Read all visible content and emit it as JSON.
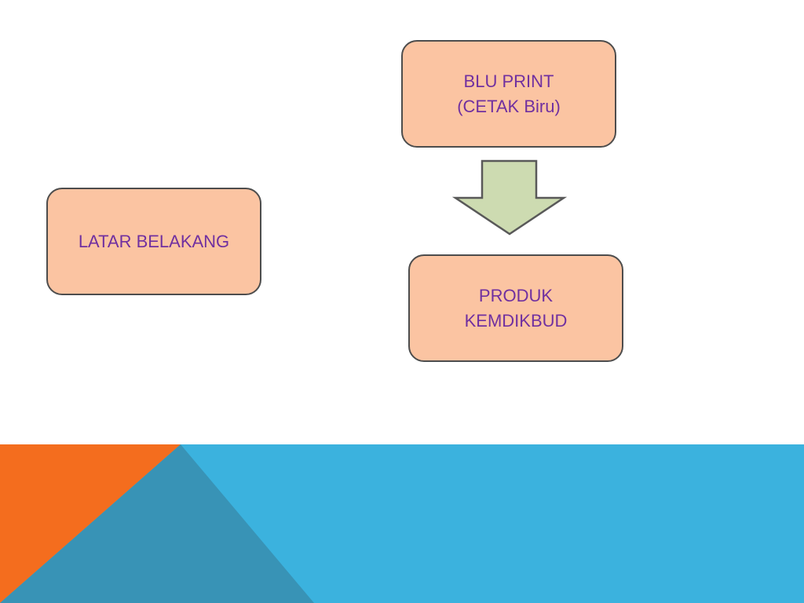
{
  "colors": {
    "box_fill": "#fbc4a2",
    "box_border": "#4d4d4d",
    "box_text": "#7030a0",
    "arrow_fill": "#cddbb1",
    "arrow_border": "#595959",
    "footer_blue": "#3bb2de",
    "footer_orange": "#f46d1e",
    "footer_overlay": "#3893b6"
  },
  "diagram": {
    "nodes": [
      {
        "id": "latar",
        "lines": [
          "LATAR BELAKANG"
        ]
      },
      {
        "id": "blu",
        "lines": [
          "BLU PRINT",
          "(CETAK Biru)"
        ]
      },
      {
        "id": "produk",
        "lines": [
          "PRODUK",
          "KEMDIKBUD"
        ]
      }
    ],
    "edges": [
      {
        "from": "blu",
        "to": "produk",
        "shape": "block-arrow-down"
      }
    ]
  }
}
